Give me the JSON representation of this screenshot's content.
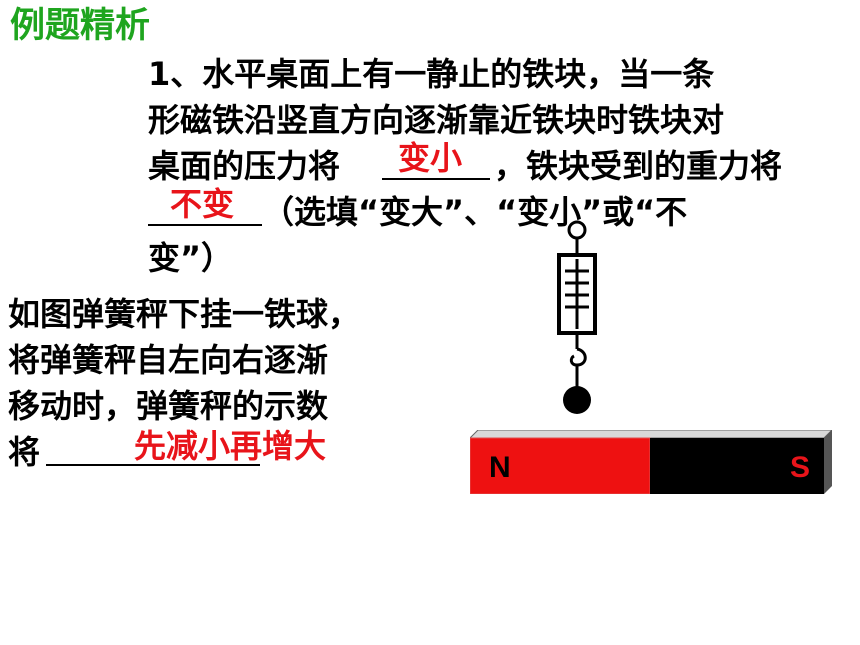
{
  "heading": "例题精析",
  "q1": {
    "line1": "1、水平桌面上有一静止的铁块，当一条",
    "line2": "形磁铁沿竖直方向逐渐靠近铁块时铁块对",
    "line3a": "桌面的压力将",
    "line3b": "，铁块受到的重力将",
    "line4": "（选填“变大”、“变小”或“不",
    "line5": "变”）",
    "answer1": "变小",
    "answer2": "不变"
  },
  "q2": {
    "line1": "如图弹簧秤下挂一铁球，",
    "line2": "将弹簧秤自左向右逐渐",
    "line3": "移动时，弹簧秤的示数",
    "line4": "将",
    "answer": "先减小再增大"
  },
  "magnet": {
    "north_label": "N",
    "south_label": "S",
    "north_color": "#ee1111",
    "south_color": "#000000",
    "north_text_color": "#000000",
    "south_text_color": "#e8141a"
  }
}
